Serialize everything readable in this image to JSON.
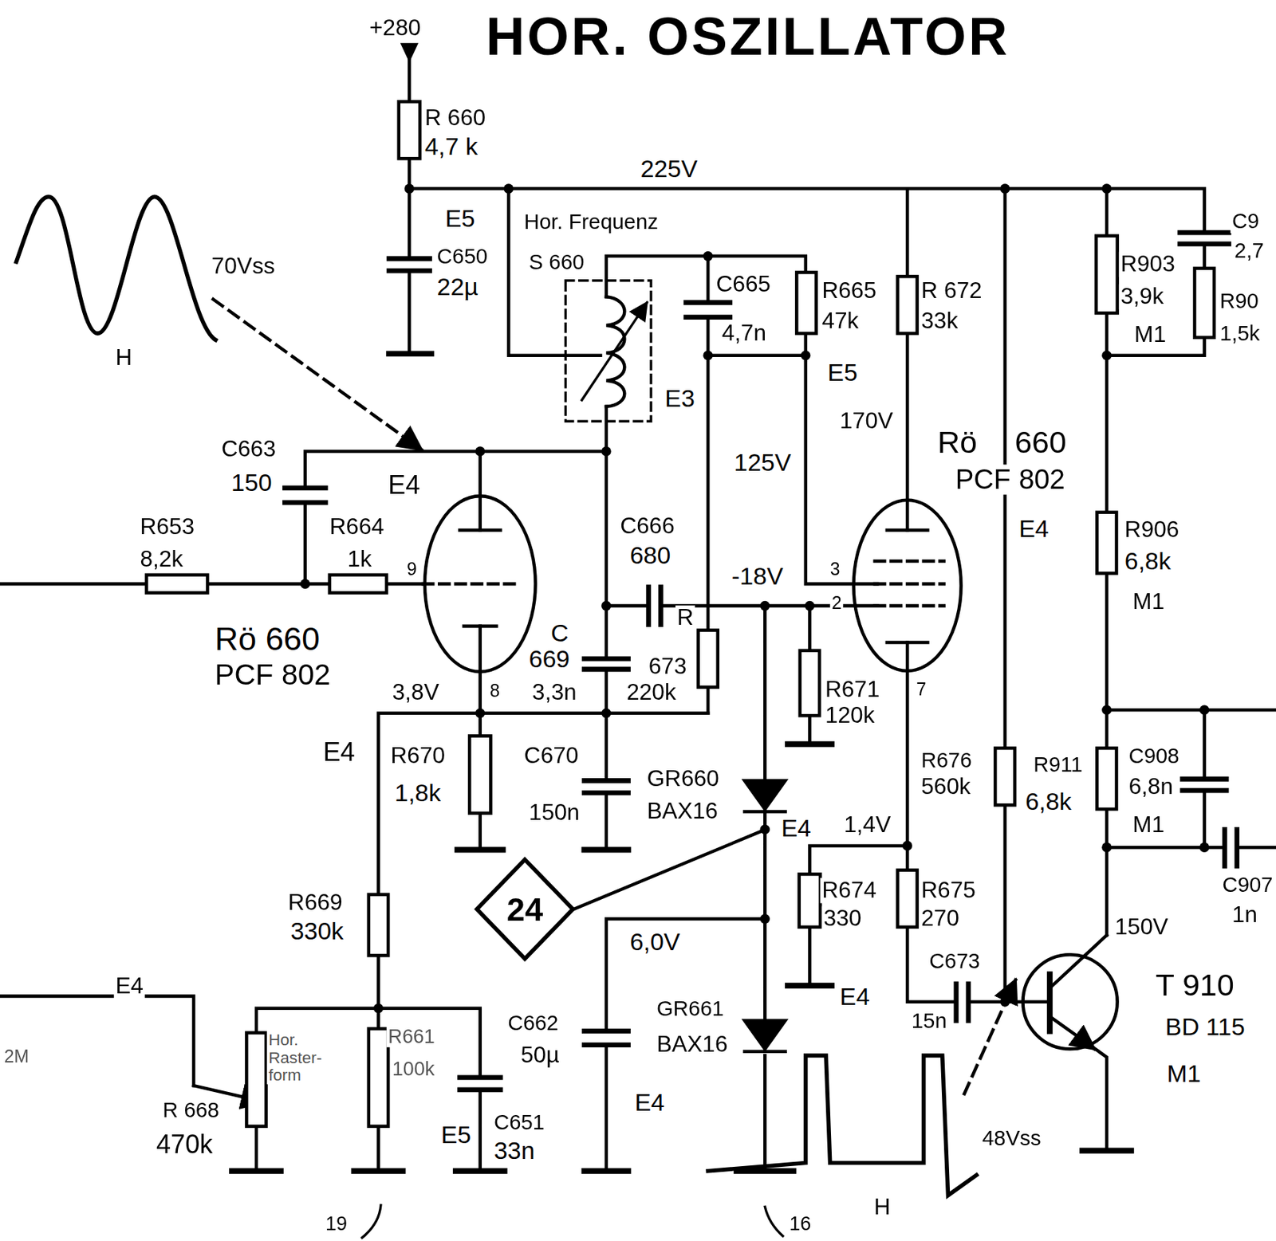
{
  "diagram": {
    "title": "HOR. OSZILLATOR",
    "nodes": [
      {
        "text": [
          "24"
        ]
      }
    ],
    "labels": [
      "+280",
      "R 660",
      "4,7 k",
      "225V",
      "E5",
      "Hor. Frequenz",
      "S 660",
      "C650",
      "22µ",
      "C665",
      "4,7n",
      "R665",
      "47k",
      "R 672",
      "33k",
      "C9",
      "2,7",
      "R903",
      "3,9k",
      "M1",
      "R90",
      "1,5k",
      "70Vss",
      "H",
      "E5",
      "E3",
      "170V",
      "125V",
      "Rö",
      "660",
      "PCF",
      "802",
      "E4",
      "C663",
      "150",
      "E4",
      "R664",
      "1k",
      "R653",
      "8,2k",
      "9",
      "C666",
      "680",
      "-18V",
      "3",
      "2",
      "R906",
      "6,8k",
      "M1",
      "Rö 660",
      "PCF 802",
      "C",
      "669",
      "3,3n",
      "R",
      "673",
      "220k",
      "3,8V",
      "8",
      "7",
      "R671",
      "120k",
      "E4",
      "R670",
      "1,8k",
      "C670",
      "150n",
      "GR660",
      "BAX16",
      "E4",
      "1,4V",
      "R676",
      "560k",
      "R911",
      "6,8k",
      "M1",
      "C908",
      "6,8n",
      "C907",
      "1n",
      "R674",
      "330",
      "R675",
      "270",
      "150V",
      "6,0V",
      "C673",
      "15n",
      "T 910",
      "BD 115",
      "M1",
      "R669",
      "330k",
      "E4",
      "GR661",
      "BAX16",
      "C662",
      "50µ",
      "E4",
      "R661",
      "100k",
      "Hor. Raster-form",
      "R 668",
      "470k",
      "E5",
      "C651",
      "33n",
      "E4",
      "48Vss",
      "H",
      "19",
      "16",
      "2M"
    ]
  }
}
